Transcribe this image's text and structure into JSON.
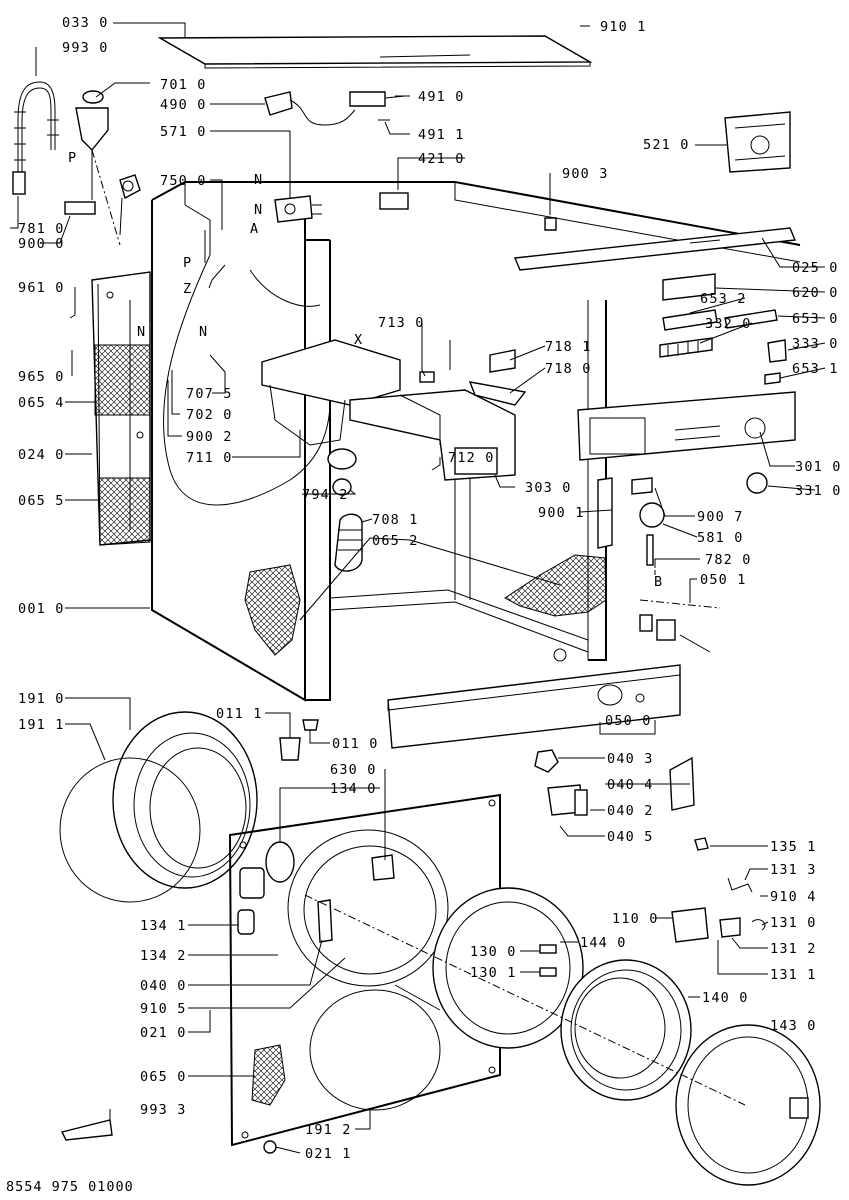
{
  "document_code": "8554 975 01000",
  "part_labels": [
    "033 0",
    "993 0",
    "910 1",
    "701 0",
    "490 0",
    "491 0",
    "571 0",
    "491 1",
    "421 0",
    "521 0",
    "750 0",
    "900 3",
    "781 0",
    "900 0",
    "025 0",
    "961 0",
    "620 0",
    "653 2",
    "653 0",
    "713 0",
    "332 0",
    "333 0",
    "718 1",
    "653 1",
    "965 0",
    "718 0",
    "707 5",
    "065 4",
    "702 0",
    "900 2",
    "024 0",
    "711 0",
    "712 0",
    "301 0",
    "303 0",
    "331 0",
    "794 2",
    "900 7",
    "065 5",
    "708 1",
    "900 1",
    "581 0",
    "065 2",
    "782 0",
    "050 1",
    "001 0",
    "191 0",
    "011 1",
    "191 1",
    "011 0",
    "050 0",
    "630 0",
    "040 3",
    "134 0",
    "040 4",
    "040 2",
    "040 5",
    "135 1",
    "131 3",
    "910 4",
    "110 0",
    "131 0",
    "134 1",
    "130 0",
    "144 0",
    "131 2",
    "134 2",
    "130 1",
    "131 1",
    "040 0",
    "140 0",
    "910 5",
    "021 0",
    "143 0",
    "065 0",
    "993 3",
    "191 2",
    "021 1"
  ],
  "callout_letters": [
    "P",
    "N",
    "N",
    "A",
    "P",
    "Z",
    "N",
    "N",
    "X",
    "B"
  ]
}
